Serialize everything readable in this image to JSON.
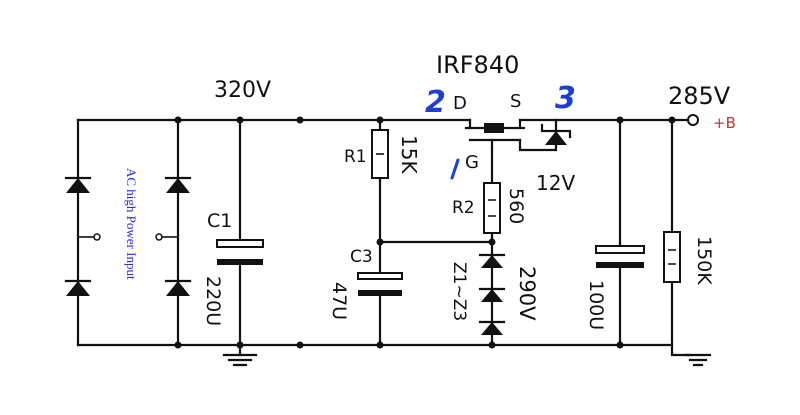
{
  "labels": {
    "mosfet": "IRF840",
    "v320": "320V",
    "v285": "285V",
    "plus_b": "+B",
    "drain": "D",
    "source": "S",
    "gate": "G",
    "pin_drain": "2",
    "pin_source": "3",
    "pin_gate": "1",
    "r1": "R1",
    "r1_val": "15K",
    "r2": "R2",
    "r2_val": "560",
    "c1": "C1",
    "c1_val": "220U",
    "c3": "C3",
    "c3_val": "47U",
    "z_name": "Z1~Z3",
    "z_val": "290V",
    "zener_12v": "12V",
    "c_out_val": "100U",
    "r_load_val": "150K",
    "ac_input": "AC high Power Input"
  },
  "colors": {
    "ink": "#111111",
    "annotation_blue": "#1f3fcf"
  }
}
